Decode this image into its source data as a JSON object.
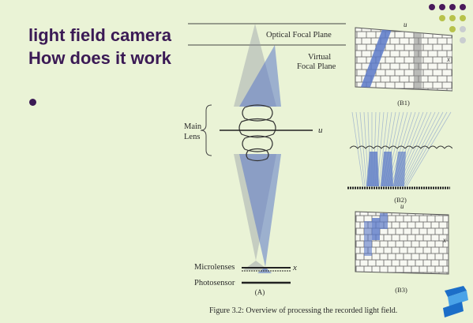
{
  "slide": {
    "title_line1": "light field camera",
    "title_line2": "How does it work"
  },
  "figure": {
    "labels": {
      "optical_focal_plane": "Optical Focal Plane",
      "virtual_line1": "Virtual",
      "virtual_line2": "Focal Plane",
      "main_line1": "Main",
      "main_line2": "Lens",
      "u": "u",
      "x": "x",
      "microlenses": "Microlenses",
      "photosensor": "Photosensor",
      "panel_a": "(A)",
      "panel_b1": "(B1)",
      "panel_b2": "(B2)",
      "panel_b3": "(B3)"
    },
    "caption": "Figure 3.2: Overview of processing the recorded light field."
  },
  "colors": {
    "title": "#3b1a55",
    "background": "#eaf3d6",
    "ray_blue": "#5b79c8",
    "ray_gray": "#9aa0a8",
    "dot_purple": "#4a1a5c",
    "dot_olive": "#b7c24a",
    "dot_gray": "#c9cdd0",
    "logo_blue": "#1c6ec8"
  }
}
